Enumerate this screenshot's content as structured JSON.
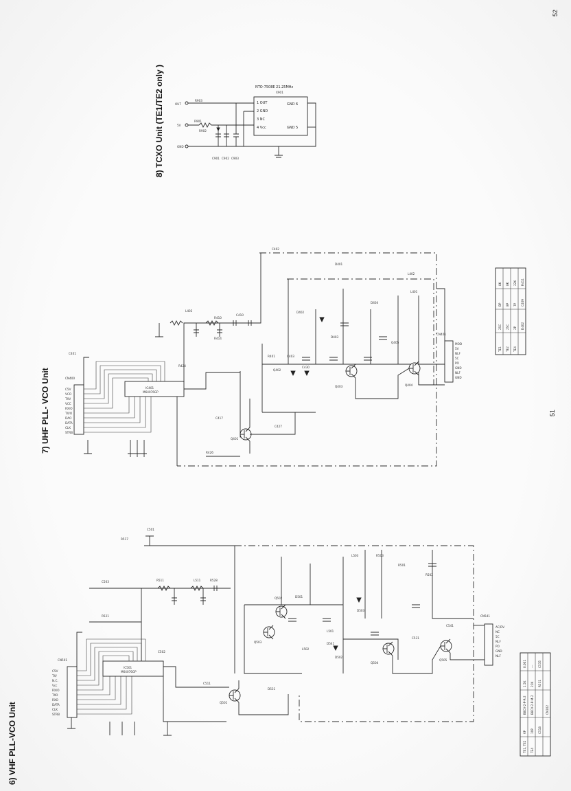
{
  "page_numbers": {
    "left": "51",
    "right": "52"
  },
  "sections": {
    "vhf": {
      "title": "6) VHF PLL-VCO Unit",
      "ic_name": "IC501",
      "ic_part": "M64076GP",
      "connector_in": "CN501",
      "connector_out": "CN541",
      "pins_in": [
        "C5V",
        "TX/",
        "N.C.",
        "Vcc",
        "RX/O",
        "TXO",
        "RXO",
        "DATA",
        "CLK",
        "STRB"
      ],
      "pins_out": [
        "AC/DV",
        "NC",
        "5C",
        "NLF",
        "PO",
        "GND",
        "NLF"
      ],
      "parts": [
        "Q501",
        "Q502",
        "Q503",
        "Q504",
        "Q505",
        "D501",
        "D502",
        "D503",
        "L501",
        "L502",
        "L503",
        "R501",
        "R502",
        "R503",
        "C501",
        "C502",
        "C503",
        "R521",
        "R511",
        "R517",
        "R528",
        "C511",
        "C531",
        "C541",
        "D541",
        "D531",
        "L511"
      ],
      "table": {
        "headers": [
          "C518",
          "CN102",
          "R531",
          "C535"
        ],
        "rows": [
          [
            "TE1, TE2",
            "6P",
            "B8CV-2-P-R-2",
            "1.5K",
            "0.001"
          ],
          [
            "TE4",
            "10P",
            "B8CV-2-P-M-2",
            "22K",
            "---"
          ]
        ]
      }
    },
    "uhf": {
      "title": "7) UHF PLL- VCO Unit",
      "ic_name": "IC401",
      "ic_part": "M64076GP",
      "connector_in": "CN400",
      "connector_out": "CN401",
      "pins_in": [
        "C5V",
        "VCO",
        "TXV",
        "VCC",
        "RX/O",
        "TX/O",
        "DAO",
        "DATA",
        "CLK",
        "STRB"
      ],
      "pins_out": [
        "MOD",
        "5V",
        "NLF",
        "5C",
        "PO",
        "GND",
        "NLF",
        "GND"
      ],
      "parts": [
        "Q401",
        "Q402",
        "Q403",
        "Q404",
        "Q405",
        "D401",
        "D402",
        "D403",
        "D404",
        "L401",
        "L402",
        "L403",
        "R401",
        "R410",
        "R414",
        "R424",
        "R426",
        "C401",
        "C402",
        "C403",
        "C410",
        "C417",
        "C427",
        "C430"
      ],
      "table": {
        "headers": [
          "D402",
          "C409",
          "R411"
        ],
        "rows": [
          [
            "TE1",
            "2SC",
            "BP",
            "8K"
          ],
          [
            "TE2",
            "2SC",
            "8P",
            "8K"
          ],
          [
            "TE4",
            "2P",
            "7P",
            "22K"
          ]
        ]
      }
    },
    "tcxo": {
      "title": "8) TCXO Unit (TE1/TE2 only )",
      "crystal": "NTO-7508E 21.25MHz",
      "part_ref": "X901",
      "pins": [
        "1 OUT",
        "2 GND",
        "3 NC",
        "4 Vcc"
      ],
      "pins_right": [
        "GND 6",
        "GND 5"
      ],
      "nets": [
        "OUT",
        "5V",
        "GND"
      ],
      "parts": [
        "R901",
        "R902",
        "R903",
        "C901",
        "C902",
        "C903"
      ]
    }
  }
}
